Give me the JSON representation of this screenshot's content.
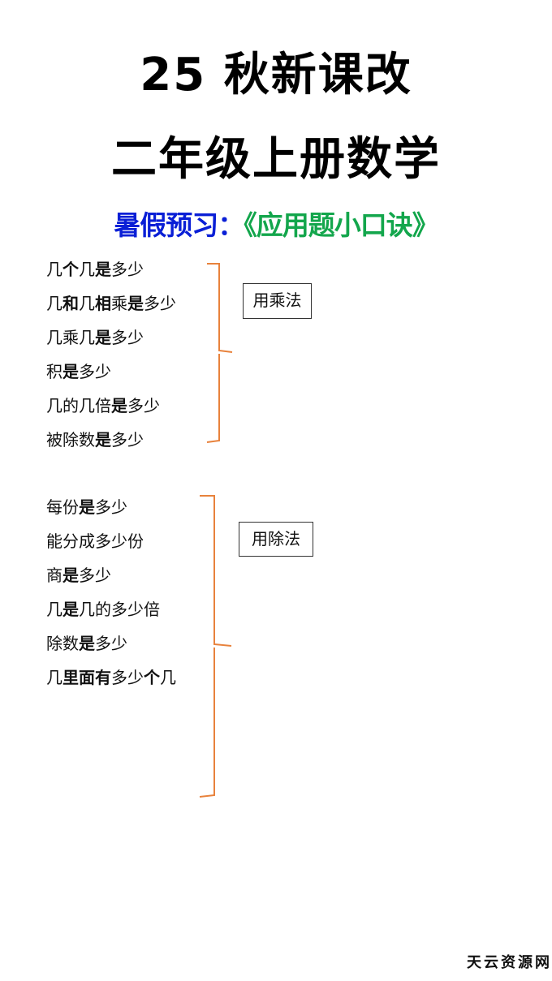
{
  "header": {
    "title_line1": "25 秋新课改",
    "title_line2": "二年级上册数学",
    "subtitle_prefix": "暑假预习：",
    "subtitle_main": "《应用题小口诀》"
  },
  "colors": {
    "subtitle_prefix": "#0a1fd6",
    "subtitle_main": "#13a64c",
    "brace": "#e8823c"
  },
  "sections": [
    {
      "method": "用乘法",
      "phrases": [
        {
          "parts": [
            {
              "t": "几",
              "b": false
            },
            {
              "t": "个",
              "b": true
            },
            {
              "t": "几",
              "b": false
            },
            {
              "t": "是",
              "b": true
            },
            {
              "t": "多少",
              "b": false
            }
          ]
        },
        {
          "parts": [
            {
              "t": "几",
              "b": false
            },
            {
              "t": "和",
              "b": true
            },
            {
              "t": "几",
              "b": false
            },
            {
              "t": "相",
              "b": true
            },
            {
              "t": "乘",
              "b": false
            },
            {
              "t": "是",
              "b": true
            },
            {
              "t": "多少",
              "b": false
            }
          ]
        },
        {
          "parts": [
            {
              "t": "几乘几",
              "b": false
            },
            {
              "t": "是",
              "b": true
            },
            {
              "t": "多少",
              "b": false
            }
          ]
        },
        {
          "parts": [
            {
              "t": "积",
              "b": false
            },
            {
              "t": "是",
              "b": true
            },
            {
              "t": "多少",
              "b": false
            }
          ]
        },
        {
          "parts": [
            {
              "t": "几的几倍",
              "b": false
            },
            {
              "t": "是",
              "b": true
            },
            {
              "t": "多少",
              "b": false
            }
          ]
        },
        {
          "parts": [
            {
              "t": "被除数",
              "b": false
            },
            {
              "t": "是",
              "b": true
            },
            {
              "t": "多少",
              "b": false
            }
          ]
        }
      ]
    },
    {
      "method": "用除法",
      "phrases": [
        {
          "parts": [
            {
              "t": "每份",
              "b": false
            },
            {
              "t": "是",
              "b": true
            },
            {
              "t": "多少",
              "b": false
            }
          ]
        },
        {
          "parts": [
            {
              "t": "能分成多少份",
              "b": false
            }
          ]
        },
        {
          "parts": [
            {
              "t": "商",
              "b": false
            },
            {
              "t": "是",
              "b": true
            },
            {
              "t": "多少",
              "b": false
            }
          ]
        },
        {
          "parts": [
            {
              "t": "几",
              "b": false
            },
            {
              "t": "是",
              "b": true
            },
            {
              "t": "几的多少倍",
              "b": false
            }
          ]
        },
        {
          "parts": [
            {
              "t": "除数",
              "b": false
            },
            {
              "t": "是",
              "b": true
            },
            {
              "t": "多少",
              "b": false
            }
          ]
        },
        {
          "parts": [
            {
              "t": "几",
              "b": false
            },
            {
              "t": "里面有",
              "b": true
            },
            {
              "t": "多少",
              "b": false
            },
            {
              "t": "个",
              "b": true
            },
            {
              "t": "几",
              "b": false
            }
          ]
        }
      ]
    }
  ],
  "footer": {
    "watermark": "天云资源网"
  }
}
